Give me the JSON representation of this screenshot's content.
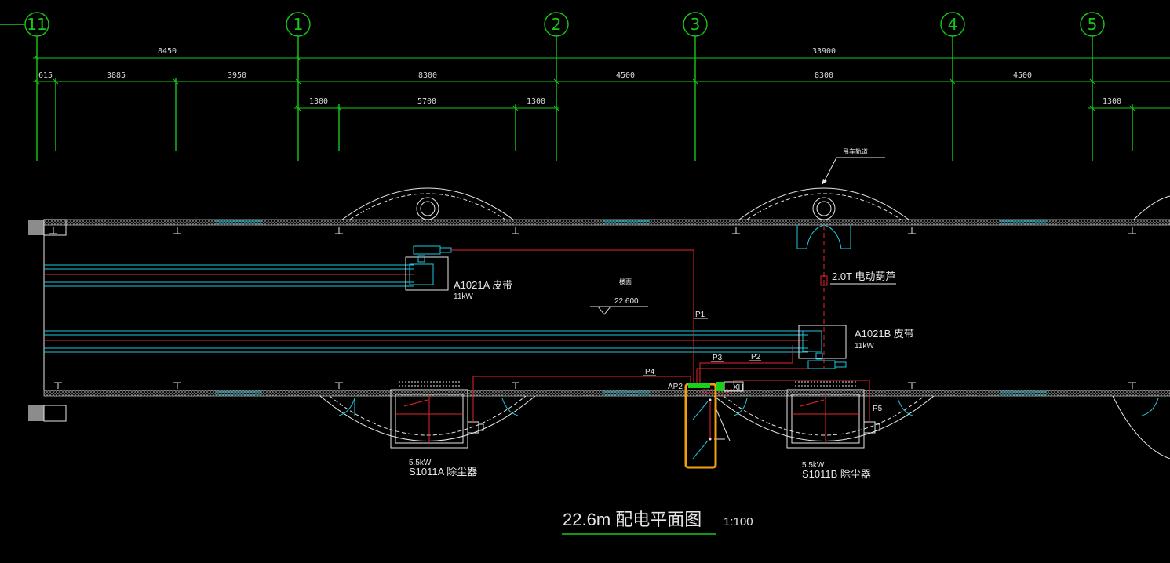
{
  "axes": [
    "11",
    "1",
    "2",
    "3",
    "4",
    "5"
  ],
  "dims_total": [
    "8450",
    "33900"
  ],
  "dims_mid": [
    "615",
    "3885",
    "3950",
    "8300",
    "4500",
    "8300",
    "4500"
  ],
  "dims_inner": [
    "1300",
    "5700",
    "1300",
    "1300"
  ],
  "equipment": {
    "a1021a_name": "A1021A 皮带",
    "a1021a_power": "11kW",
    "a1021b_name": "A1021B 皮带",
    "a1021b_power": "11kW",
    "s1011a_power": "5.5kW",
    "s1011a_name": "S1011A 除尘器",
    "s1011b_power": "5.5kW",
    "s1011b_name": "S1011B 除尘器",
    "hoist": "2.0T 电动葫芦",
    "trolley_note": "吊车轨道"
  },
  "level": {
    "name": "楼面",
    "value": "22.600"
  },
  "circuits": [
    "P1",
    "P2",
    "P3",
    "P4",
    "P5"
  ],
  "panels": [
    "AP2",
    "XH"
  ],
  "drawing": {
    "title": "22.6m 配电平面图",
    "scale": "1:100"
  },
  "colors": {
    "grid": "#18c818",
    "conveyor": "#1fc7e0",
    "cable": "#e8262b",
    "highlight": "#f2a010",
    "panel_fill": "#19d119"
  }
}
